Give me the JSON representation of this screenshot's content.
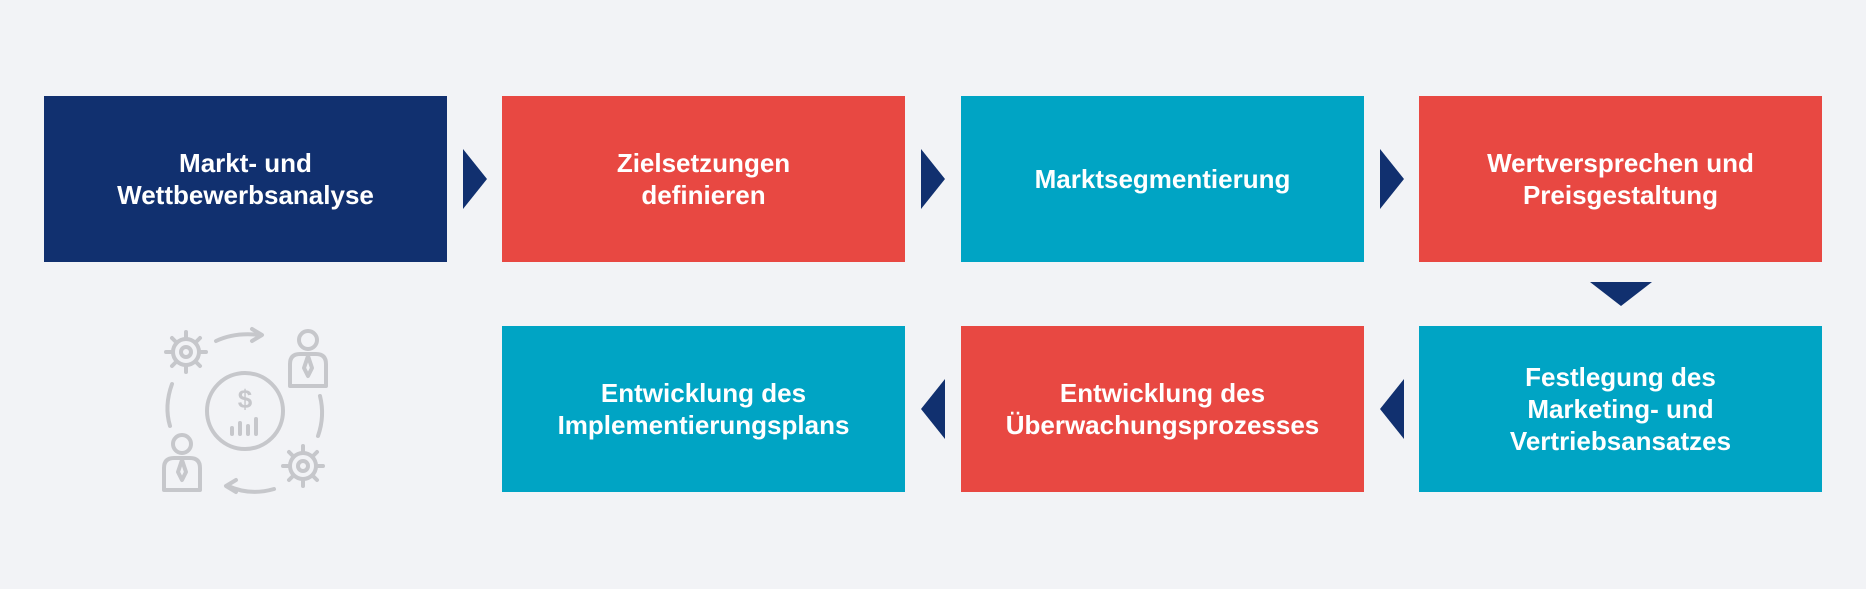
{
  "steps": [
    {
      "id": "step1",
      "label": "Markt- und\nWettbewerbsanalyse",
      "color": "#11306f"
    },
    {
      "id": "step2",
      "label": "Zielsetzungen\ndefinieren",
      "color": "#e84842"
    },
    {
      "id": "step3",
      "label": "Marktsegmentierung",
      "color": "#00a4c4"
    },
    {
      "id": "step4",
      "label": "Wertversprechen und\nPreisgestaltung",
      "color": "#e84842"
    },
    {
      "id": "step5",
      "label": "Festlegung des\nMarketing- und\nVertriebsansatzes",
      "color": "#00a4c4"
    },
    {
      "id": "step6",
      "label": "Entwicklung des\nÜberwachungsprozesses",
      "color": "#e84842"
    },
    {
      "id": "step7",
      "label": "Entwicklung des\nImplementierungsplans",
      "color": "#00a4c4"
    }
  ],
  "colors": {
    "background": "#f2f3f6",
    "arrow": "#11306f",
    "icon": "#c6c7cb"
  },
  "illustration": {
    "icon": "business-cycle-icon"
  }
}
